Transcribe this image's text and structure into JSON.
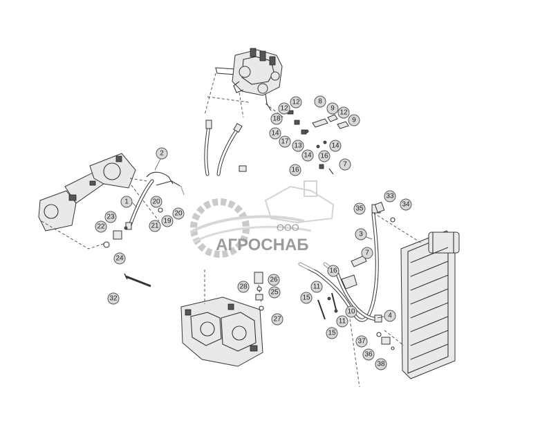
{
  "watermark": {
    "org_form": "ООО",
    "brand": "АГРОСНАБ",
    "color": "#a0a0a0"
  },
  "callouts": [
    "1",
    "2",
    "3",
    "4",
    "7",
    "8",
    "9",
    "9",
    "10",
    "11",
    "11",
    "12",
    "12",
    "12",
    "13",
    "14",
    "14",
    "14",
    "15",
    "15",
    "16",
    "16",
    "17",
    "18",
    "19",
    "20",
    "20",
    "21",
    "22",
    "23",
    "24",
    "25",
    "26",
    "27",
    "28",
    "32",
    "33",
    "34",
    "35",
    "36",
    "37",
    "38"
  ]
}
